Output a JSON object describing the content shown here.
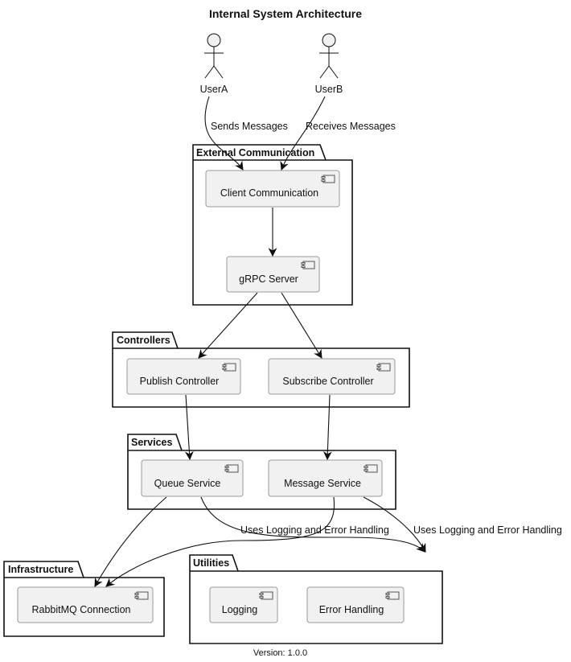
{
  "title": "Internal System Architecture",
  "version": "Version: 1.0.0",
  "actors": {
    "userA": "UserA",
    "userB": "UserB"
  },
  "packages": {
    "external": "External Communication",
    "controllers": "Controllers",
    "services": "Services",
    "infrastructure": "Infrastructure",
    "utilities": "Utilities"
  },
  "components": {
    "client_communication": "Client Communication",
    "grpc_server": "gRPC Server",
    "publish_controller": "Publish Controller",
    "subscribe_controller": "Subscribe Controller",
    "queue_service": "Queue Service",
    "message_service": "Message Service",
    "rabbitmq_connection": "RabbitMQ Connection",
    "logging": "Logging",
    "error_handling": "Error Handling"
  },
  "edges": {
    "sends_messages": "Sends Messages",
    "receives_messages": "Receives Messages",
    "queue_uses_logging": "Uses Logging and Error Handling",
    "message_uses_logging": "Uses Logging and Error Handling"
  }
}
